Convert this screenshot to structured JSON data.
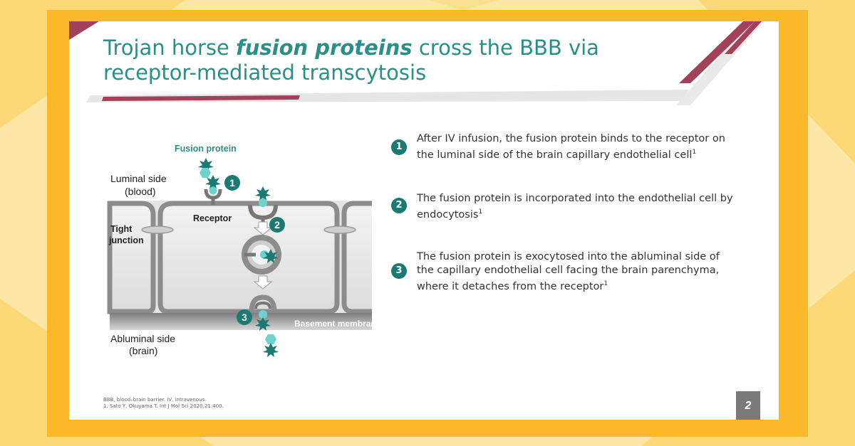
{
  "slide": {
    "title_part1": "Trojan horse ",
    "title_emphasis": "fusion proteins",
    "title_part2": " cross the BBB via receptor-mediated transcytosis",
    "page_number": "2"
  },
  "diagram": {
    "fusion_protein_label": "Fusion protein",
    "luminal_label_1": "Luminal side",
    "luminal_label_2": "(blood)",
    "receptor_label": "Receptor",
    "tight_junction_label_1": "Tight",
    "tight_junction_label_2": "junction",
    "abluminal_label_1": "Abluminal side",
    "abluminal_label_2": "(brain)",
    "basement_membrane_label": "Basement membrane",
    "markers": [
      "1",
      "2",
      "3"
    ]
  },
  "steps": [
    {
      "number": "1",
      "text": "After IV infusion, the fusion protein binds to the receptor on the luminal side of the brain capillary endothelial cell",
      "ref": "1"
    },
    {
      "number": "2",
      "text": "The fusion protein is incorporated into the endothelial cell by endocytosis",
      "ref": "1"
    },
    {
      "number": "3",
      "text": "The fusion protein is exocytosed into the abluminal side of the capillary endothelial cell facing the brain parenchyma, where it detaches from the receptor",
      "ref": "1"
    }
  ],
  "footnotes": {
    "line1": "BBB, blood–brain barrier. IV, intravenous.",
    "line2": "1. Sato Y, Okuyama T. Int J Mol Sci 2020;21:400."
  },
  "colors": {
    "teal": "#2a8f87",
    "marker_teal": "#1d7a72",
    "protein_cyan": "#6dd3cd",
    "maroon_accent": "#a3415a",
    "frame_yellow": "#fbb829",
    "page_bg": "#fde7a6"
  }
}
